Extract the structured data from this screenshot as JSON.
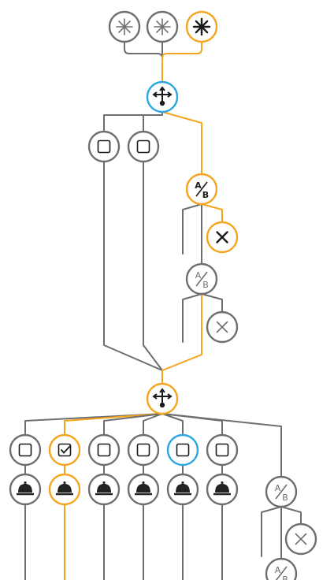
{
  "colors": {
    "inactive": "#6e6e6e",
    "active": "#f5a41d",
    "selected": "#2aa6e0",
    "glyph_dark": "#1a1a1a"
  },
  "legend_labels": {
    "split": "A/B"
  },
  "nodes": [
    {
      "id": "trigger-1",
      "kind": "trigger",
      "state": "inactive"
    },
    {
      "id": "trigger-2",
      "kind": "trigger",
      "state": "inactive"
    },
    {
      "id": "trigger-3",
      "kind": "trigger",
      "state": "active"
    },
    {
      "id": "router-top",
      "kind": "router",
      "state": "selected"
    },
    {
      "id": "step-a1",
      "kind": "step",
      "state": "inactive"
    },
    {
      "id": "step-a2",
      "kind": "step",
      "state": "inactive"
    },
    {
      "id": "split-1",
      "kind": "split",
      "state": "active"
    },
    {
      "id": "exit-1",
      "kind": "exit",
      "state": "active"
    },
    {
      "id": "split-2",
      "kind": "split",
      "state": "inactive"
    },
    {
      "id": "exit-2",
      "kind": "exit",
      "state": "inactive"
    },
    {
      "id": "router-mid",
      "kind": "router",
      "state": "active"
    },
    {
      "id": "step-b1",
      "kind": "step",
      "state": "inactive"
    },
    {
      "id": "step-b2",
      "kind": "step-checked",
      "state": "active"
    },
    {
      "id": "step-b3",
      "kind": "step",
      "state": "inactive"
    },
    {
      "id": "step-b4",
      "kind": "step",
      "state": "inactive"
    },
    {
      "id": "step-b5",
      "kind": "step",
      "state": "selected"
    },
    {
      "id": "step-b6",
      "kind": "step",
      "state": "inactive"
    },
    {
      "id": "serve-1",
      "kind": "serve",
      "state": "inactive"
    },
    {
      "id": "serve-2",
      "kind": "serve",
      "state": "active"
    },
    {
      "id": "serve-3",
      "kind": "serve",
      "state": "inactive"
    },
    {
      "id": "serve-4",
      "kind": "serve",
      "state": "inactive"
    },
    {
      "id": "serve-5",
      "kind": "serve",
      "state": "inactive"
    },
    {
      "id": "serve-6",
      "kind": "serve",
      "state": "inactive"
    },
    {
      "id": "split-3",
      "kind": "split",
      "state": "inactive"
    },
    {
      "id": "exit-3",
      "kind": "exit",
      "state": "inactive"
    },
    {
      "id": "split-4",
      "kind": "split",
      "state": "inactive"
    }
  ]
}
